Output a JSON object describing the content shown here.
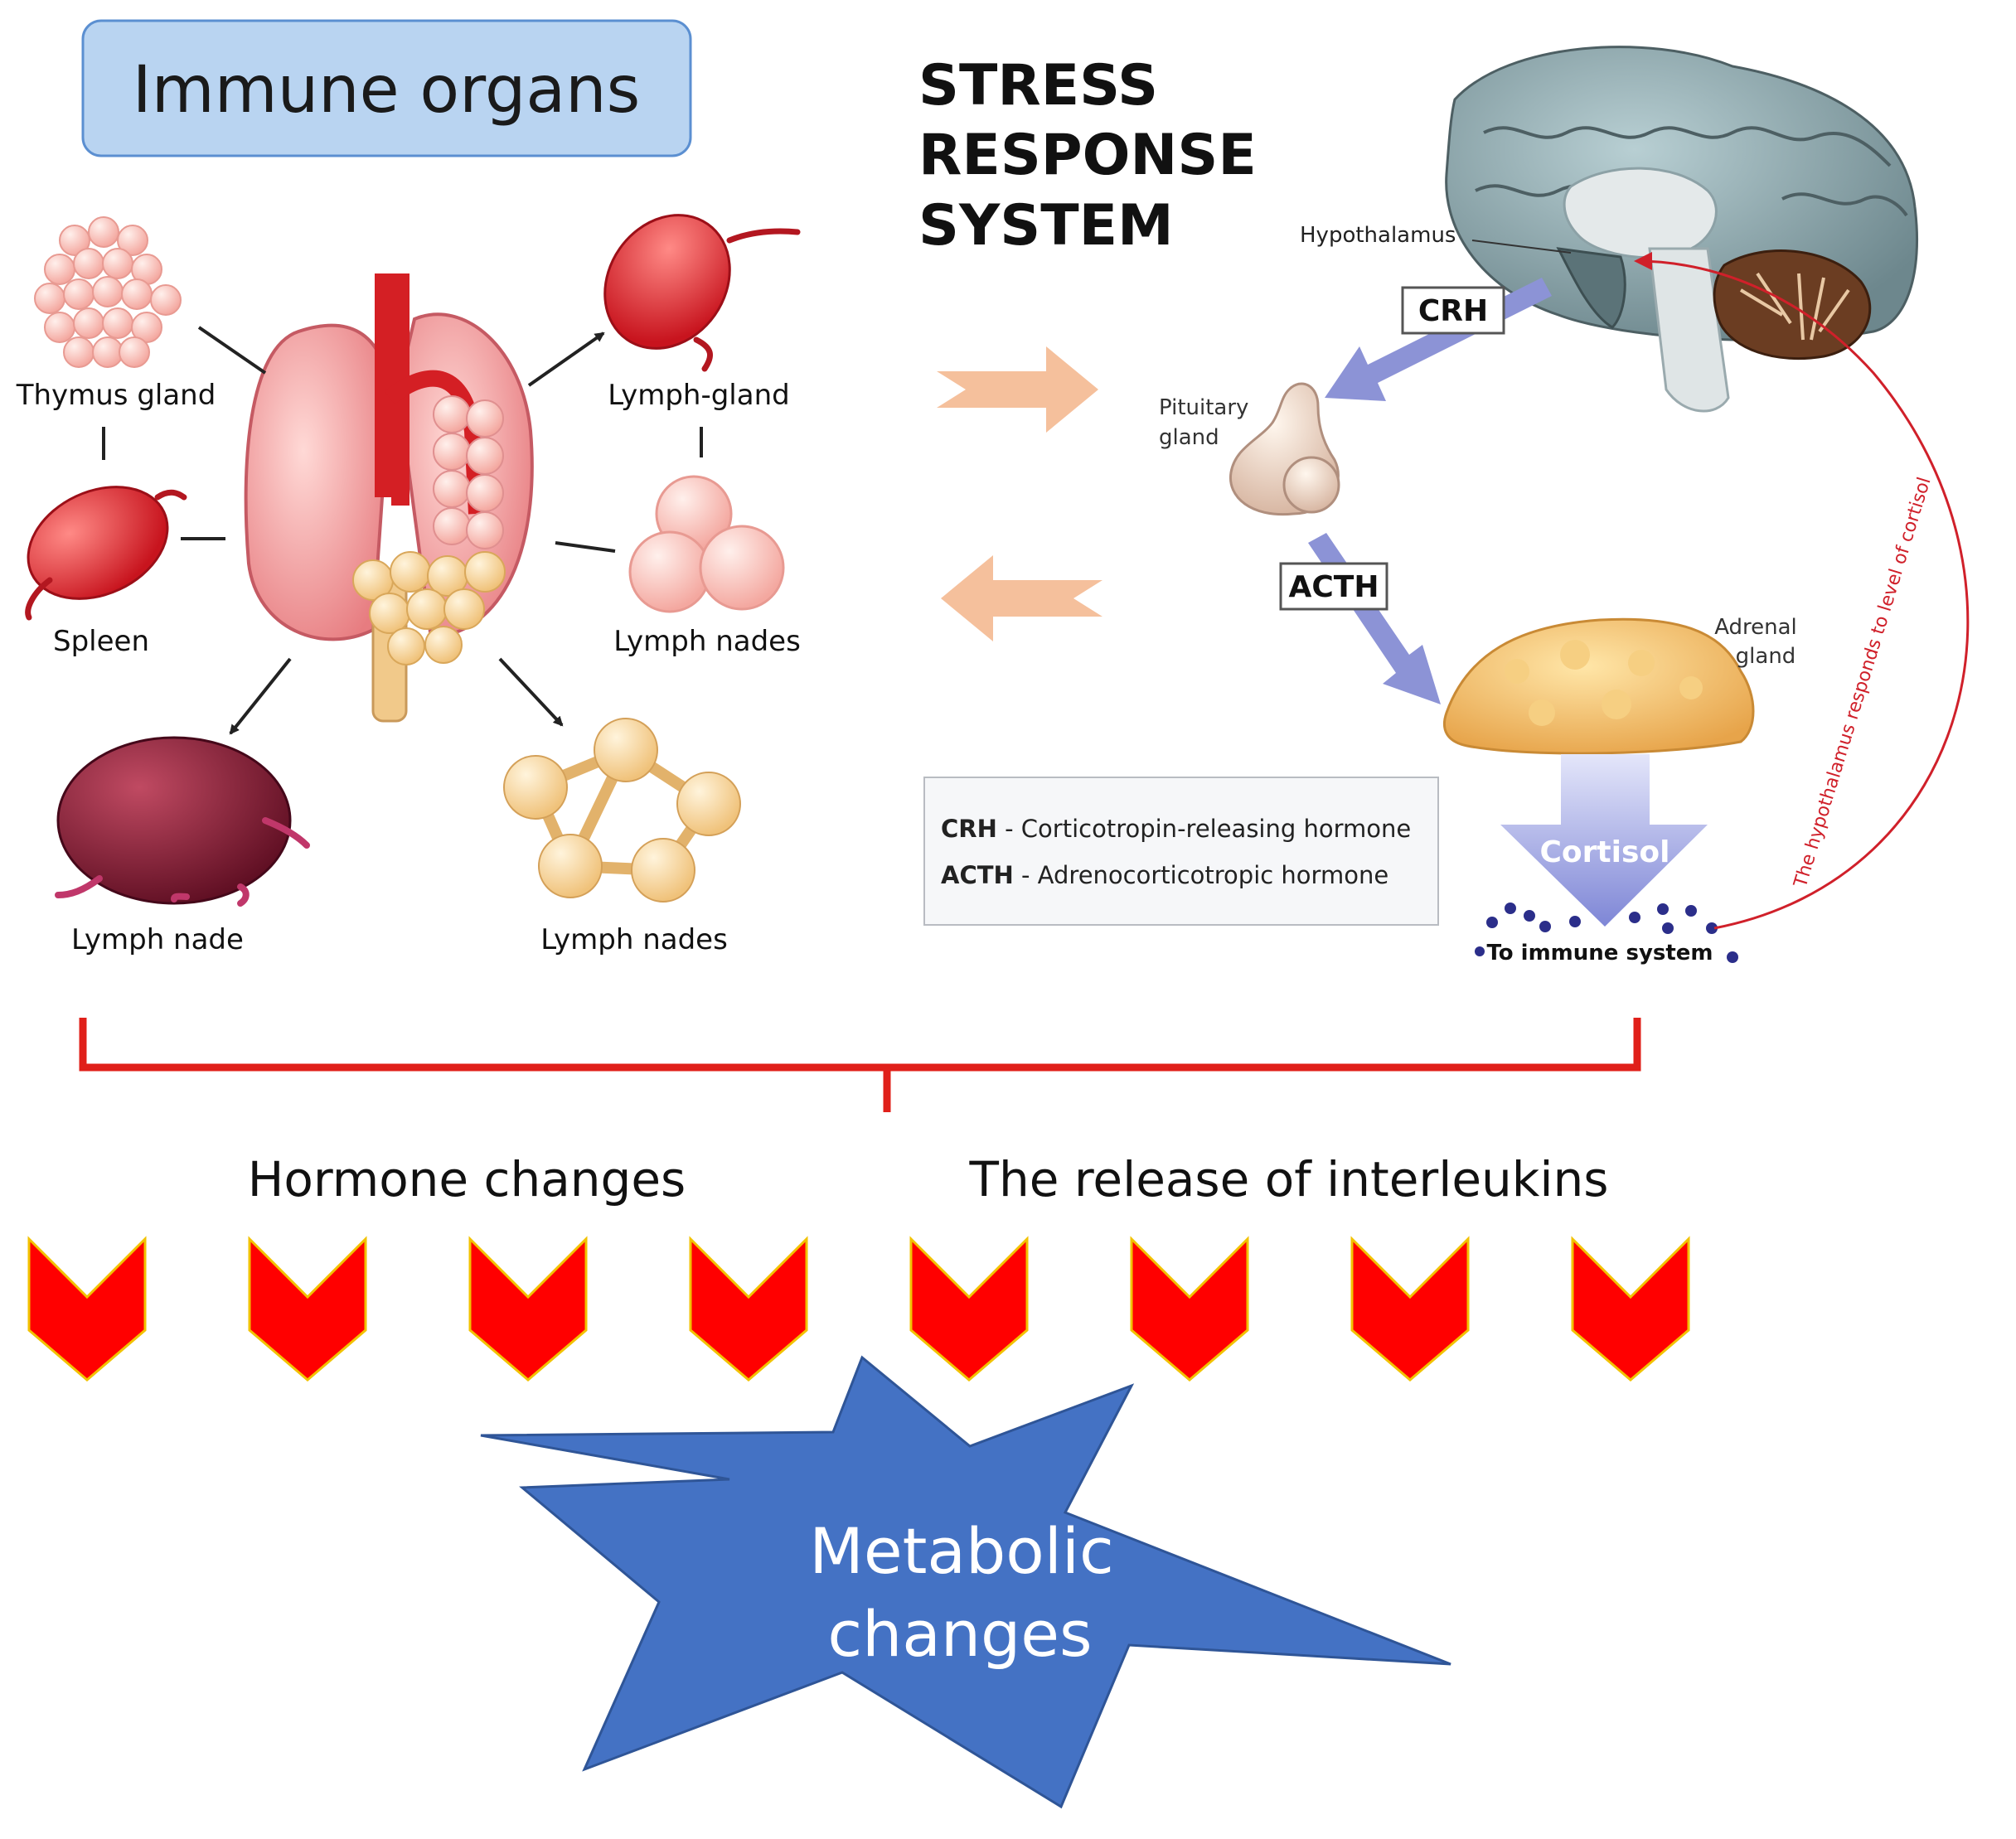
{
  "immune": {
    "header": "Immune organs",
    "organs": [
      "Thymus gland",
      "Spleen",
      "Lymph-gland",
      "Lymph nades",
      "Lymph nade",
      "Lymph nades"
    ]
  },
  "stress": {
    "title_lines": [
      "STRESS",
      "RESPONSE",
      "SYSTEM"
    ],
    "hypothalamus": "Hypothalamus",
    "crh_box": "CRH",
    "pituitary_lines": [
      "Pituitary",
      "gland"
    ],
    "acth_box": "ACTH",
    "adrenal_lines": [
      "Adrenal",
      "gland"
    ],
    "cortisol": "Cortisol",
    "to_immune": "To immune system",
    "feedback": "The hypothalamus responds to level of cortisol",
    "legend": [
      {
        "abbr": "CRH",
        "text": " - Corticotropin-releasing hormone"
      },
      {
        "abbr": "ACTH",
        "text": " - Adrenocorticotropic hormone"
      }
    ]
  },
  "effects": {
    "left": "Hormone changes",
    "right": "The release of interleukins",
    "chevron_count": 8,
    "result_lines": [
      "Metabolic",
      "changes"
    ]
  },
  "colors": {
    "header_fill": "#b9d4f1",
    "header_stroke": "#5b8fd1",
    "bracket": "#e0201a",
    "chevron": "#ff0000",
    "chevron_edge": "#f2c200",
    "star": "#4472c4",
    "orange_arrow": "#f5c09c",
    "blue_arrow": "#8c93d6",
    "feedback": "#d0202a"
  }
}
